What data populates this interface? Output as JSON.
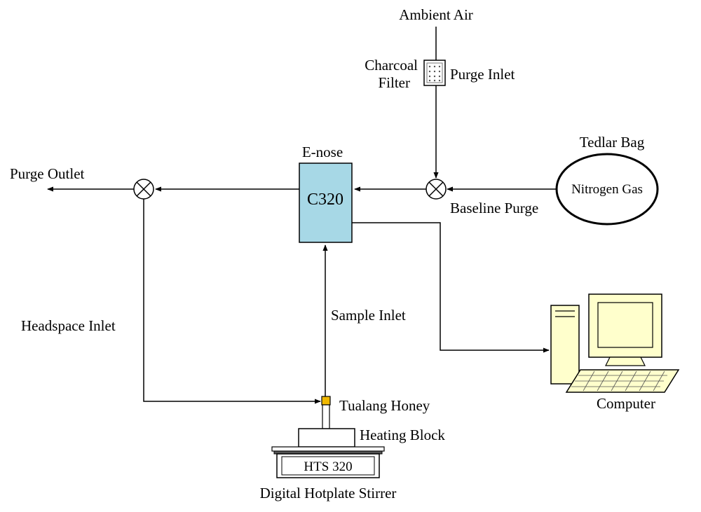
{
  "labels": {
    "ambient_air": "Ambient Air",
    "charcoal_filter_line1": "Charcoal",
    "charcoal_filter_line2": "Filter",
    "purge_inlet": "Purge Inlet",
    "tedlar_bag": "Tedlar Bag",
    "nitrogen_gas": "Nitrogen Gas",
    "baseline_purge": "Baseline Purge",
    "e_nose": "E-nose",
    "c320": "C320",
    "purge_outlet": "Purge Outlet",
    "headspace_inlet": "Headspace Inlet",
    "sample_inlet": "Sample Inlet",
    "tualang_honey": "Tualang Honey",
    "heating_block": "Heating Block",
    "hts_320": "HTS 320",
    "digital_hotplate_stirrer": "Digital Hotplate Stirrer",
    "computer": "Computer"
  },
  "colors": {
    "enose_fill": "#a7d8e6",
    "computer_fill": "#ffffcc",
    "vial_cap": "#f0b800",
    "line": "#000000"
  }
}
